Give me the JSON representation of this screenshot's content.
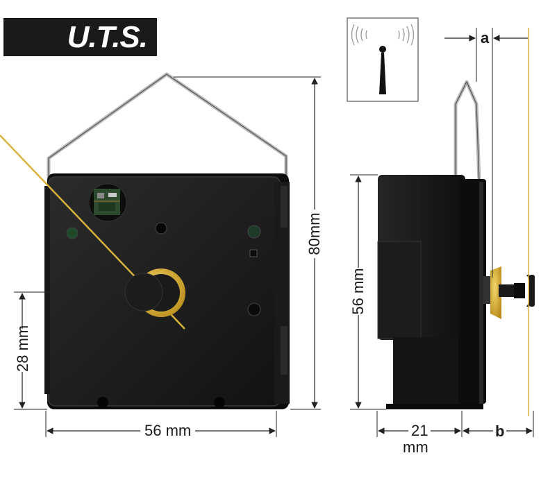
{
  "brand": {
    "logo_text": "U.T.S."
  },
  "icons": {
    "radio_signal": "radio-antenna-icon"
  },
  "dimensions": {
    "front_height": "80mm",
    "front_width": "56 mm",
    "shaft_height": "28 mm",
    "side_height": "56 mm",
    "side_depth_line1": "21",
    "side_depth_line2": "mm",
    "label_a": "a",
    "label_b": "b"
  },
  "colors": {
    "body": "#1c1c1c",
    "hand_gold": "#d8b23a",
    "dimension_line": "#222222",
    "antenna_lines": "#999999"
  }
}
